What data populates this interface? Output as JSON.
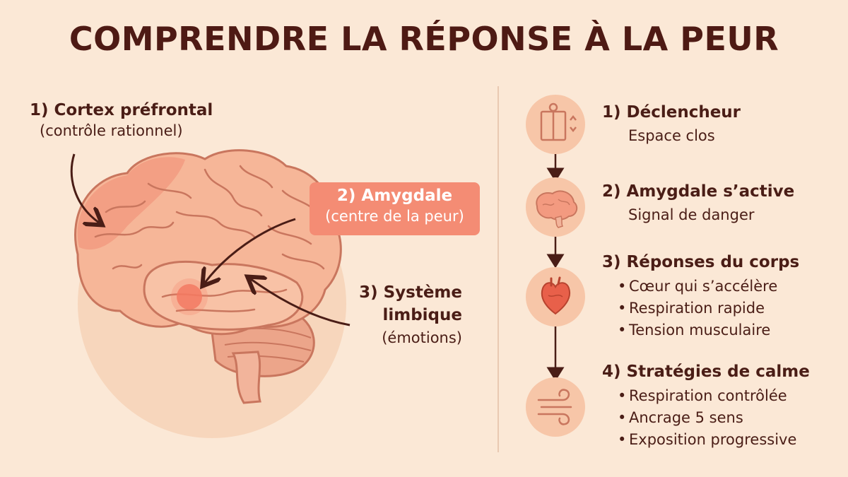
{
  "title": "COMPRENDRE LA RÉPONSE À LA PEUR",
  "brain": {
    "cortex": {
      "title": "1) Cortex préfrontal",
      "sub": "(contrôle rationnel)"
    },
    "amygdala": {
      "title": "2) Amygdale",
      "sub": "(centre de la peur)"
    },
    "limbic": {
      "line1": "3) Système",
      "line2": "limbique",
      "sub": "(émotions)"
    }
  },
  "steps": [
    {
      "title": "1) Déclencheur",
      "desc": "Espace clos",
      "icon": "elevator-icon"
    },
    {
      "title": "2) Amygdale s’active",
      "desc": "Signal de danger",
      "icon": "brain-icon"
    },
    {
      "title": "3) Réponses du corps",
      "icon": "heart-icon",
      "bullets": [
        "Cœur qui s’accélère",
        "Respiration rapide",
        "Tension musculaire"
      ]
    },
    {
      "title": "4) Stratégies de calme",
      "icon": "wind-icon",
      "bullets": [
        "Respiration contrôlée",
        "Ancrage 5 sens",
        "Exposition progressive"
      ]
    }
  ],
  "colors": {
    "background": "#fbe8d6",
    "text": "#4a1d16",
    "accent": "#f48c74",
    "circle": "#f7c6a8",
    "brain": "#f6b698"
  }
}
